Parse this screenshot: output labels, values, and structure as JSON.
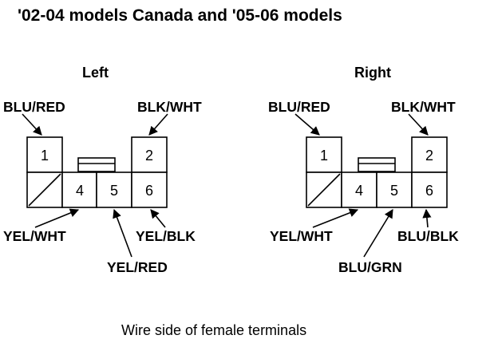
{
  "title": "'02-04 models Canada and '05-06 models",
  "caption": "Wire side of female terminals",
  "left": {
    "label": "Left",
    "pins": {
      "p1": "1",
      "p2": "2",
      "p4": "4",
      "p5": "5",
      "p6": "6"
    },
    "wires": {
      "w1": "BLU/RED",
      "w2": "BLK/WHT",
      "w4": "YEL/WHT",
      "w5": "YEL/RED",
      "w6": "YEL/BLK"
    }
  },
  "right": {
    "label": "Right",
    "pins": {
      "p1": "1",
      "p2": "2",
      "p4": "4",
      "p5": "5",
      "p6": "6"
    },
    "wires": {
      "w1": "BLU/RED",
      "w2": "BLK/WHT",
      "w4": "YEL/WHT",
      "w5": "BLU/GRN",
      "w6": "BLU/BLK"
    }
  }
}
